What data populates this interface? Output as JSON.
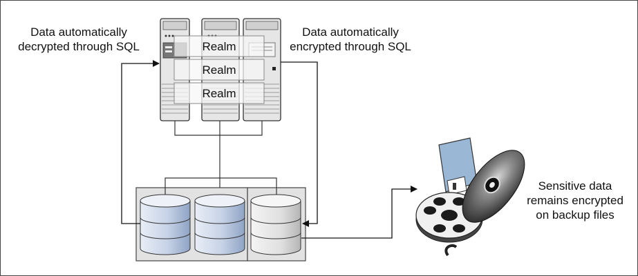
{
  "labels": {
    "decrypted": "Data automatically decrypted through SQL",
    "encrypted": "Data automatically encrypted through SQL",
    "backup": "Sensitive data remains encrypted on backup files"
  },
  "realms": [
    "Realm",
    "Realm",
    "Realm"
  ]
}
